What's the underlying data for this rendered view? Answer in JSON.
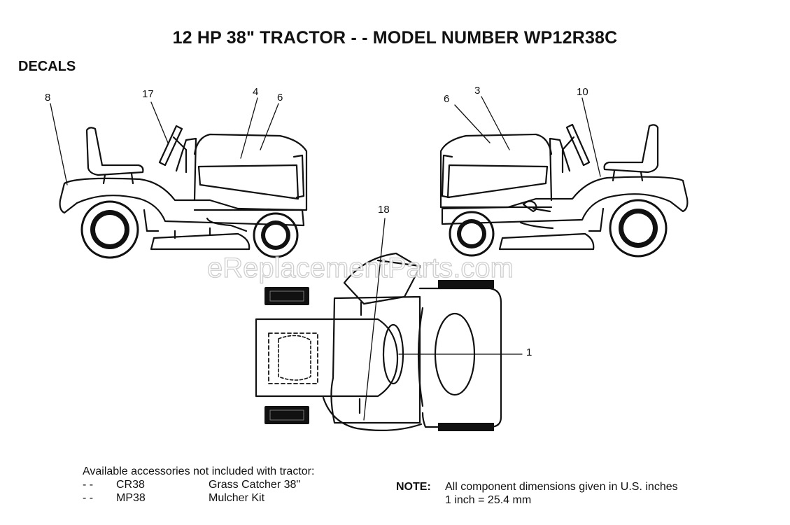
{
  "title": "12 HP 38\" TRACTOR - - MODEL NUMBER WP12R38C",
  "section_label": "DECALS",
  "watermark": "eReplacementParts.com",
  "callouts": [
    "8",
    "17",
    "4",
    "6",
    "6",
    "3",
    "10",
    "18",
    "1"
  ],
  "accessories": {
    "heading": "Available accessories not included with tractor:",
    "items": [
      {
        "dash": "- -",
        "code": "CR38",
        "desc": "Grass Catcher 38\""
      },
      {
        "dash": "- -",
        "code": "MP38",
        "desc": "Mulcher Kit"
      }
    ]
  },
  "note": {
    "label": "NOTE:",
    "line1": "All component dimensions given in U.S. inches",
    "line2": "1 inch = 25.4 mm"
  }
}
